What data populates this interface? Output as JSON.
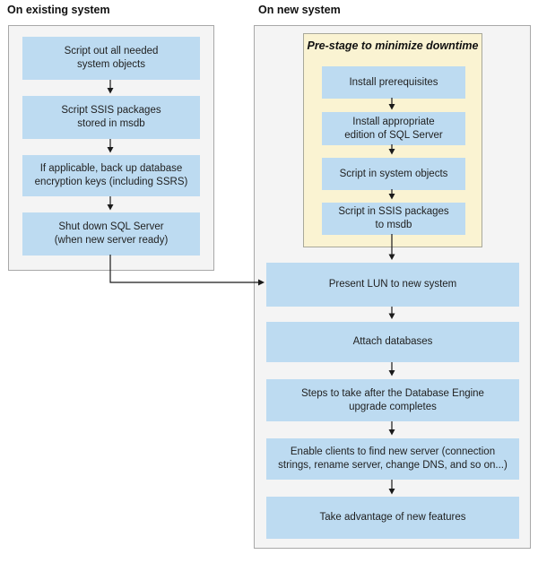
{
  "headers": {
    "existing": "On existing system",
    "new": "On new system"
  },
  "existing_system": {
    "steps": [
      {
        "label": "Script out all needed\nsystem objects"
      },
      {
        "label": "Script SSIS packages\nstored in msdb"
      },
      {
        "label": "If applicable, back up database\nencryption keys (including SSRS)"
      },
      {
        "label": "Shut down SQL Server\n(when new server ready)"
      }
    ]
  },
  "new_system": {
    "prestage": {
      "title": "Pre-stage to minimize downtime",
      "steps": [
        {
          "label": "Install prerequisites"
        },
        {
          "label": "Install appropriate\nedition of SQL Server"
        },
        {
          "label": "Script in system objects"
        },
        {
          "label": "Script in SSIS packages\nto msdb"
        }
      ]
    },
    "steps": [
      {
        "label": "Present LUN to new system"
      },
      {
        "label": "Attach databases"
      },
      {
        "label": "Steps to take after the Database Engine\nupgrade completes"
      },
      {
        "label": "Enable clients to find new server (connection\nstrings, rename server, change DNS, and so on...)"
      },
      {
        "label": "Take advantage of new features"
      }
    ]
  },
  "colors": {
    "step_box_blue": "#bddbf1",
    "panel_gray": "#f4f4f4",
    "panel_border": "#a8a8a8",
    "prestage_yellow": "#faf3d2",
    "prestage_border": "#a8a89a",
    "arrow_black": "#1a1a1a",
    "text": "#1f1f1f"
  }
}
